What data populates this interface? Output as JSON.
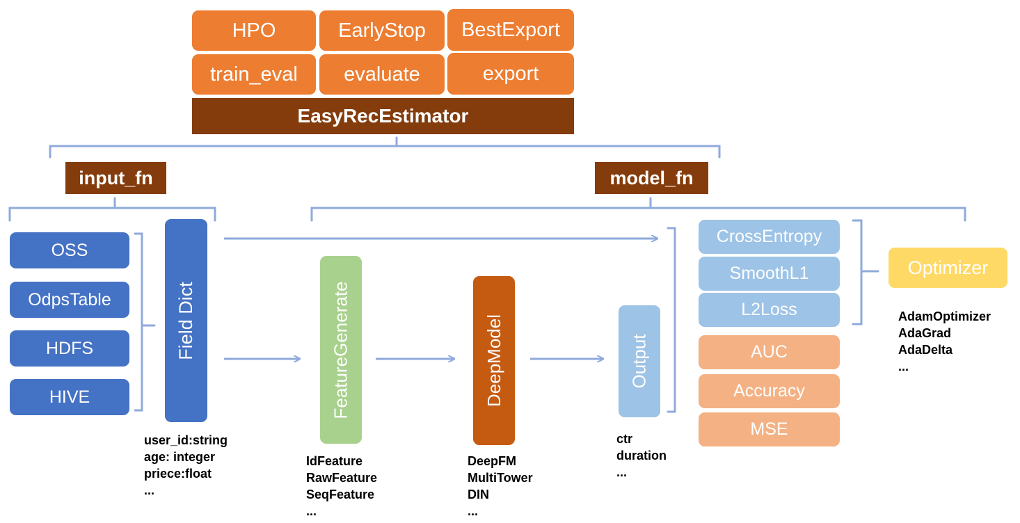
{
  "top_stack": {
    "row1": [
      "HPO",
      "EarlyStop",
      "BestExport"
    ],
    "row2": [
      "train_eval",
      "evaluate",
      "export"
    ],
    "estimator": "EasyRecEstimator"
  },
  "sections": {
    "input_fn": "input_fn",
    "model_fn": "model_fn"
  },
  "sources": [
    "OSS",
    "OdpsTable",
    "HDFS",
    "HIVE"
  ],
  "field_dict": {
    "label": "Field Dict",
    "examples": [
      "user_id:string",
      "age: integer",
      "priece:float",
      "..."
    ]
  },
  "feature_generate": {
    "label": "FeatureGenerate",
    "examples": [
      "IdFeature",
      "RawFeature",
      "SeqFeature",
      "..."
    ]
  },
  "deep_model": {
    "label": "DeepModel",
    "examples": [
      "DeepFM",
      "MultiTower",
      "DIN",
      "..."
    ]
  },
  "output": {
    "label": "Output",
    "examples": [
      "ctr",
      "duration",
      "..."
    ]
  },
  "losses": [
    "CrossEntropy",
    "SmoothL1",
    "L2Loss"
  ],
  "metrics": [
    "AUC",
    "Accuracy",
    "MSE"
  ],
  "optimizer": {
    "label": "Optimizer",
    "examples": [
      "AdamOptimizer",
      "AdaGrad",
      "AdaDelta",
      "..."
    ]
  },
  "colors": {
    "orange": "#ed7d31",
    "brown": "#843c0c",
    "blue": "#4472c4",
    "light_blue": "#9dc3e6",
    "peach": "#f4b183",
    "yellow": "#ffd966",
    "green": "#a9d18e",
    "bracket": "#8faadc"
  }
}
